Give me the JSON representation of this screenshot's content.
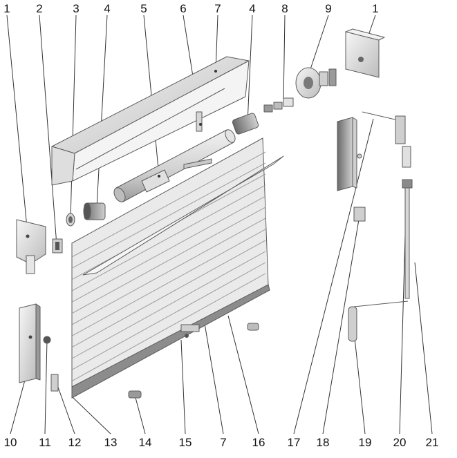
{
  "diagram": {
    "type": "exploded-assembly",
    "callout_top": [
      "1",
      "2",
      "3",
      "4",
      "5",
      "6",
      "7",
      "4",
      "8",
      "9",
      "1"
    ],
    "callout_bottom": [
      "10",
      "11",
      "12",
      "13",
      "14",
      "15",
      "7",
      "16",
      "17",
      "18",
      "19",
      "20",
      "21"
    ]
  },
  "colors": {
    "metal_light": "#eeeeee",
    "metal_mid": "#cfcfcf",
    "metal_dark": "#8a8a8a",
    "outline": "#5a5a5a",
    "text": "#111111"
  }
}
